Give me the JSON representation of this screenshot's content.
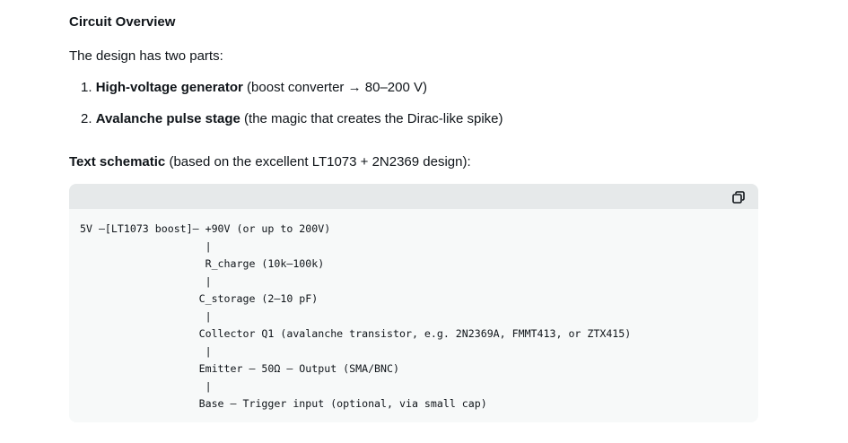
{
  "heading": "Circuit Overview",
  "intro": "The design has two parts:",
  "items": [
    {
      "num": "1.",
      "bold": "High-voltage generator",
      "rest": " (boost converter → 80–200 V)"
    },
    {
      "num": "2.",
      "bold": "Avalanche pulse stage",
      "rest": " (the magic that creates the Dirac-like spike)"
    }
  ],
  "schematic_label": {
    "bold": "Text schematic",
    "rest": " (based on the excellent LT1073 + 2N2369 design):"
  },
  "code_lines": [
    "5V —[LT1073 boost]— +90V (or up to 200V)",
    "                    |",
    "                    R_charge (10k–100k)",
    "                    |",
    "                   C_storage (2–10 pF)",
    "                    |",
    "                   Collector Q1 (avalanche transistor, e.g. 2N2369A, FMMT413, or ZTX415)",
    "                    |",
    "                   Emitter — 50Ω — Output (SMA/BNC)",
    "                    |",
    "                   Base — Trigger input (optional, via small cap)"
  ]
}
